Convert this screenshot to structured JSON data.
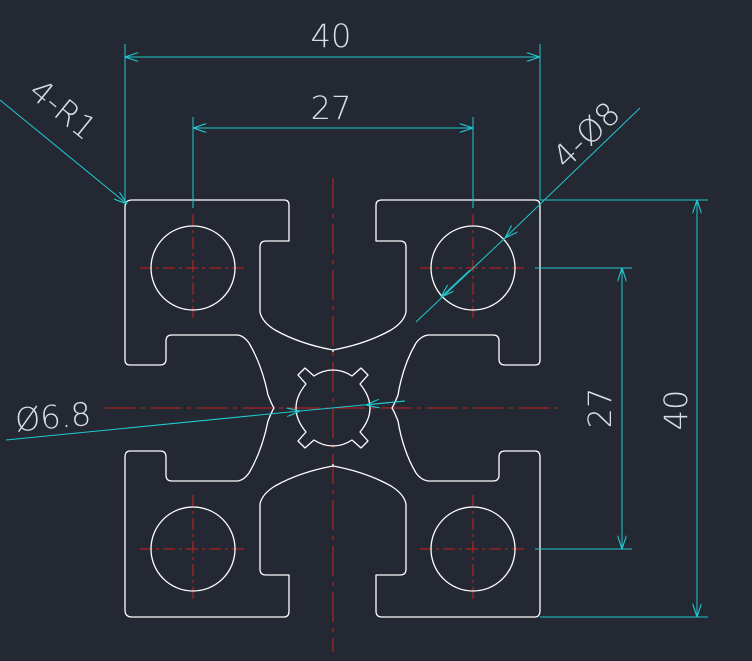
{
  "drawing": {
    "background_color": "#232833",
    "profile_color": "#ffffff",
    "dimension_color": "#22c9cf",
    "centerline_color": "#cc1f1f",
    "dimensions": {
      "overall_width": "40",
      "hole_spacing_horizontal": "27",
      "overall_height": "40",
      "hole_spacing_vertical": "27",
      "corner_radius": "4-R1",
      "hole_diameter": "4-Ø8",
      "center_bore_diameter": "Ø6.8"
    }
  }
}
